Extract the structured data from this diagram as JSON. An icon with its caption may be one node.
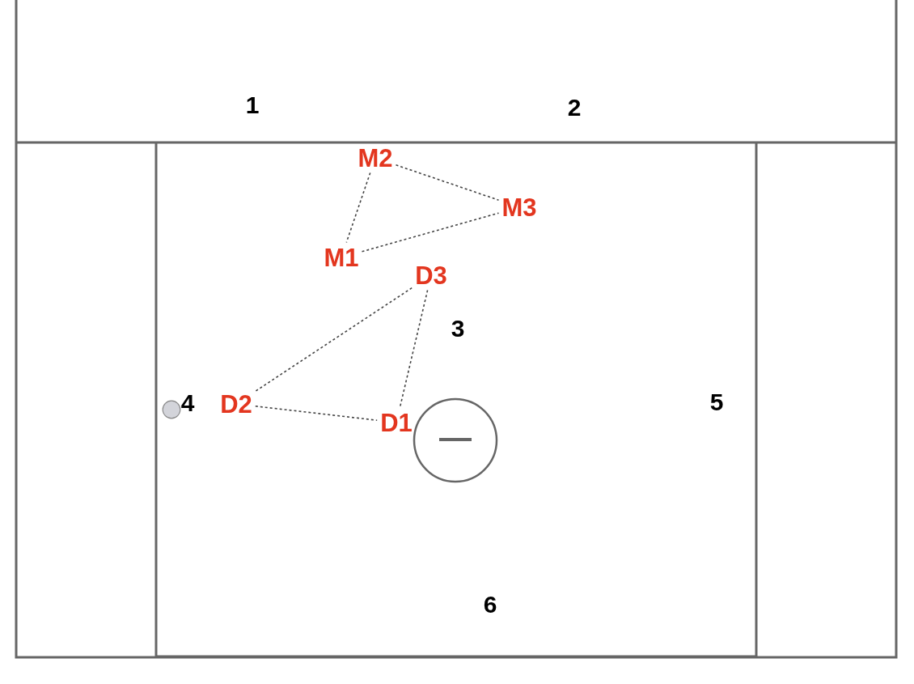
{
  "diagram": {
    "nodes": [
      {
        "text": [
          "M2"
        ]
      },
      {
        "text": [
          "M3"
        ]
      },
      {
        "text": [
          "M1"
        ]
      },
      {
        "text": [
          "D3"
        ]
      },
      {
        "text": [
          "D2"
        ]
      },
      {
        "text": [
          "D1"
        ]
      }
    ],
    "edges": [
      {
        "from": 0,
        "to": 2,
        "arrow": "none",
        "style": "dashed"
      },
      {
        "from": 0,
        "to": 1,
        "arrow": "none",
        "style": "dashed"
      },
      {
        "from": 2,
        "to": 1,
        "arrow": "none",
        "style": "dashed"
      },
      {
        "from": 3,
        "to": 4,
        "arrow": "none",
        "style": "dashed"
      },
      {
        "from": 3,
        "to": 5,
        "arrow": "none",
        "style": "dashed"
      },
      {
        "from": 4,
        "to": 5,
        "arrow": "none",
        "style": "dashed"
      }
    ],
    "labels": [
      "1",
      "2",
      "3",
      "4",
      "5",
      "6"
    ]
  }
}
